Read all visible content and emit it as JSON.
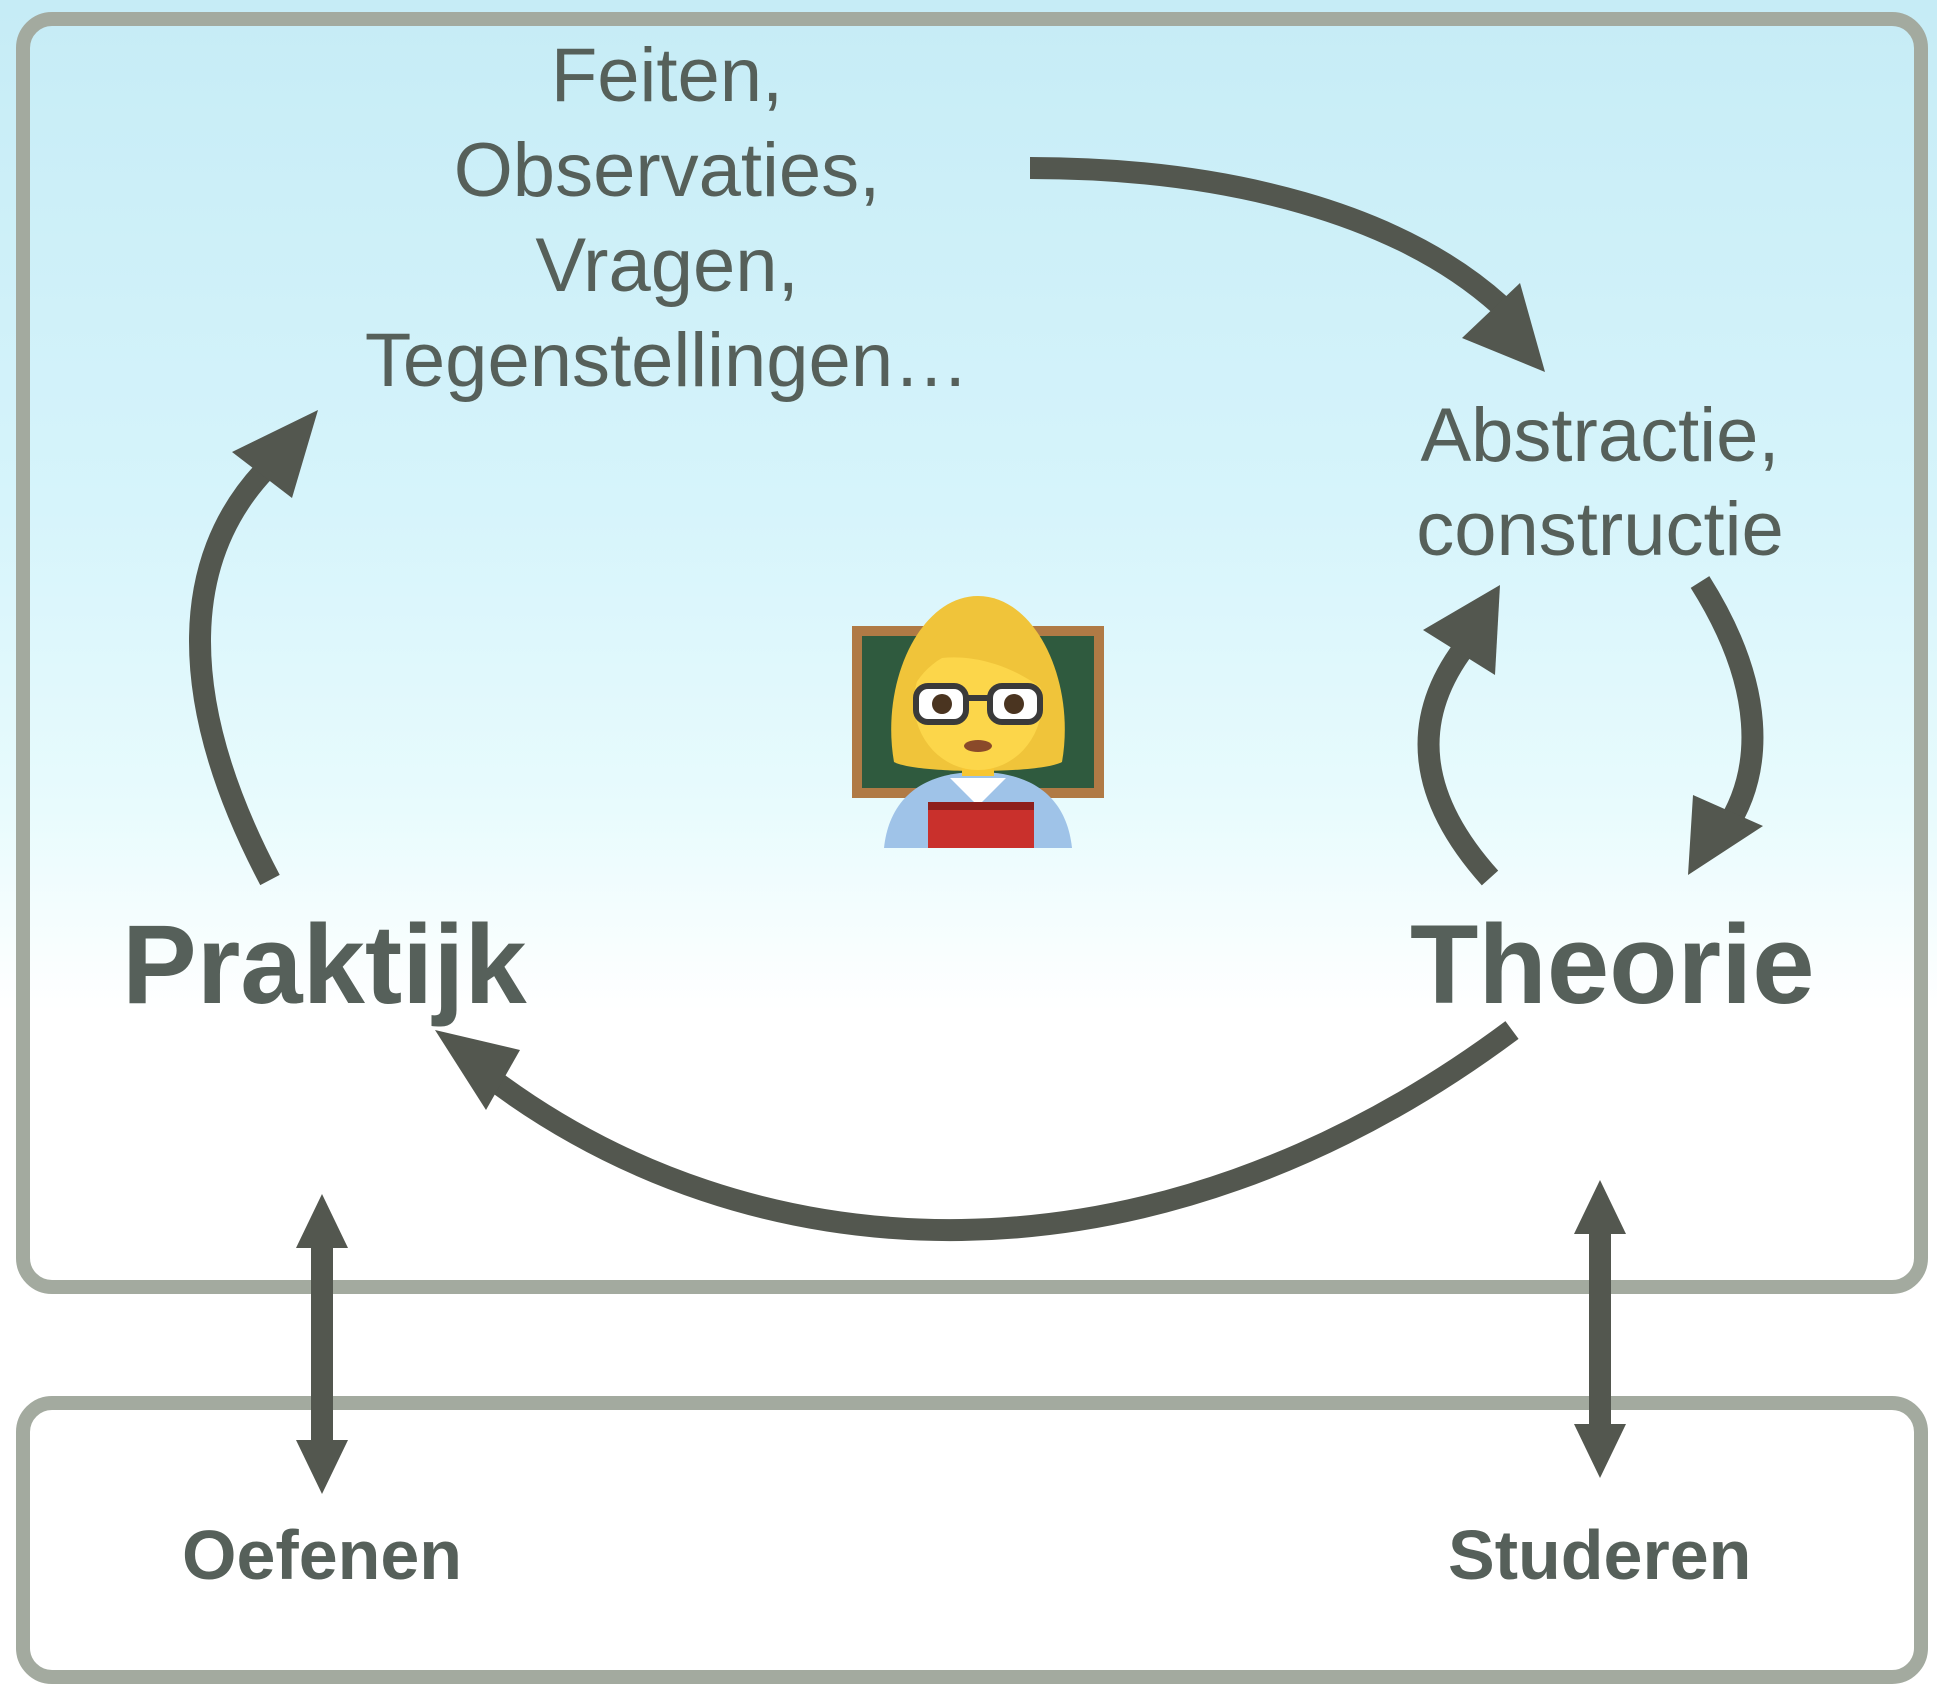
{
  "diagram": {
    "observations_lines": [
      "Feiten,",
      "Observaties,",
      "Vragen,",
      "Tegenstellingen…"
    ],
    "abstraction_lines": [
      "Abstractie,",
      "constructie"
    ],
    "practice_label": "Praktijk",
    "theory_label": "Theorie",
    "exercise_label": "Oefenen",
    "study_label": "Studeren",
    "center_icon": "teacher-emoji-icon"
  },
  "colors": {
    "arrow": "#53574f",
    "text": "#56605a",
    "panel_border": "#a3aa9f",
    "sky_light": "#d6f4fb"
  }
}
